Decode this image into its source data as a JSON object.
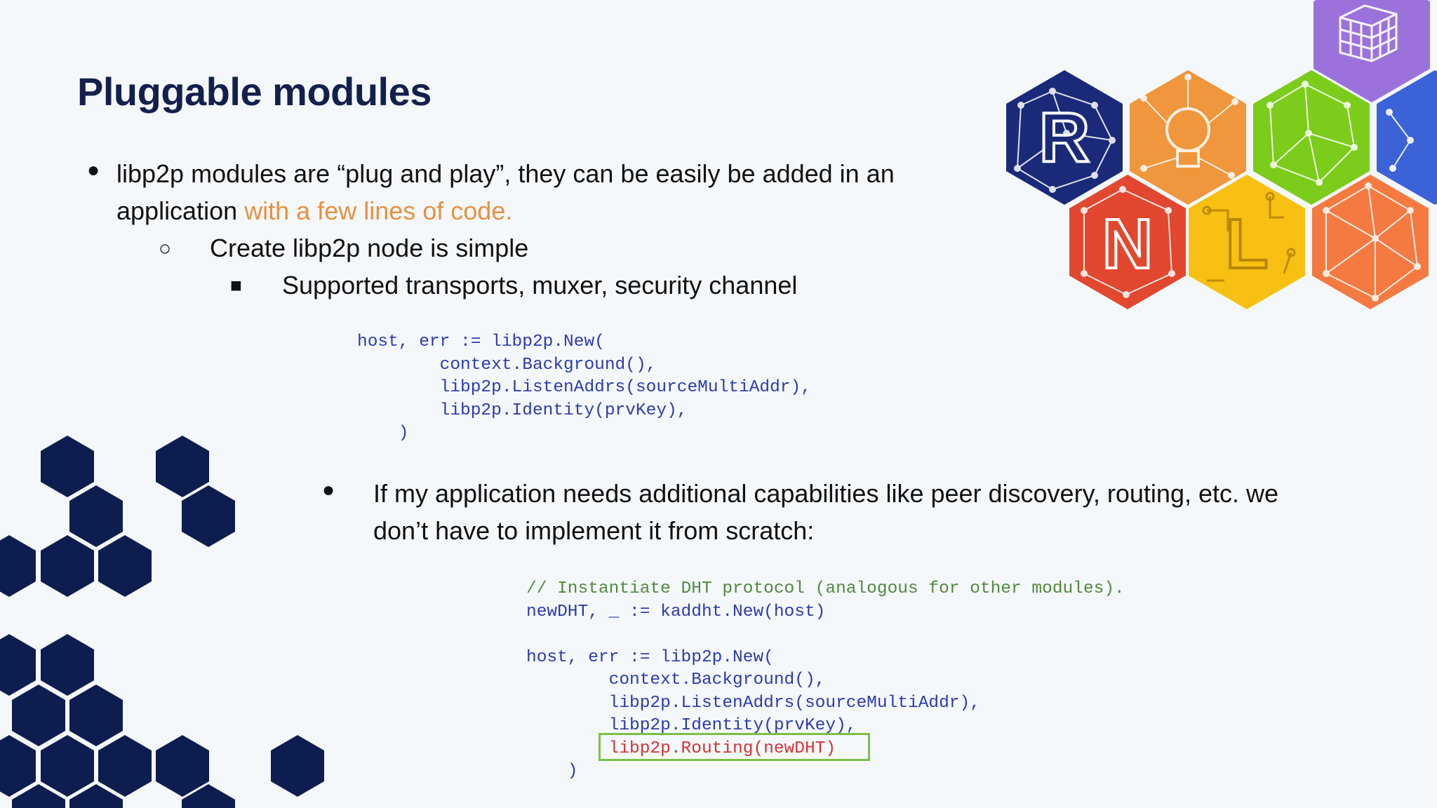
{
  "slide": {
    "title": "Pluggable modules",
    "bullet1": {
      "line1": "libp2p modules are “plug and play”, they can be easily be added in an",
      "line2_prefix": "application ",
      "line2_highlight": "with a few lines of code."
    },
    "sub_bullet": "Create libp2p node is simple",
    "sub_sub_bullet": "Supported transports, muxer, security channel",
    "code1": [
      "host, err := libp2p.New(",
      "        context.Background(),",
      "        libp2p.ListenAddrs(sourceMultiAddr),",
      "        libp2p.Identity(prvKey),",
      "    )"
    ],
    "bullet2": {
      "line1": "If my application needs additional capabilities like peer discovery, routing, etc. we",
      "line2": "don’t have to implement it from scratch:"
    },
    "code2": {
      "comment": "// Instantiate DHT protocol (analogous for other modules).",
      "dht_line": "newDHT, _ := kaddht.New(host)",
      "host_line": "host, err := libp2p.New(",
      "arg1": "        context.Background(),",
      "arg2": "        libp2p.ListenAddrs(sourceMultiAddr),",
      "arg3": "        libp2p.Identity(prvKey),",
      "arg4_highlighted": "        libp2p.Routing(newDHT)",
      "close": "    )"
    }
  },
  "logo_letters": [
    "R",
    "N",
    "L"
  ],
  "colors": {
    "title": "#13204d",
    "highlight_text": "#e8913f",
    "code": "#2c3bb0",
    "comment": "#4f8a3d",
    "code_red": "#d43333",
    "box": "#7bc043",
    "hex_navy": "#0e1d4f",
    "hex_orange": "#f0963c",
    "hex_green": "#7ccc1c",
    "hex_purple": "#9b72db",
    "hex_blue": "#3c62d8",
    "hex_red": "#e2472f",
    "hex_yellow": "#f8c012",
    "hex_coral": "#f47a41"
  },
  "icons": [
    "cube-grid-icon",
    "network-r-hexagon",
    "lightbulb-network-hexagon",
    "network-hexagon",
    "network-n-hexagon",
    "circuit-l-hexagon",
    "triangle-mesh-hexagon"
  ]
}
